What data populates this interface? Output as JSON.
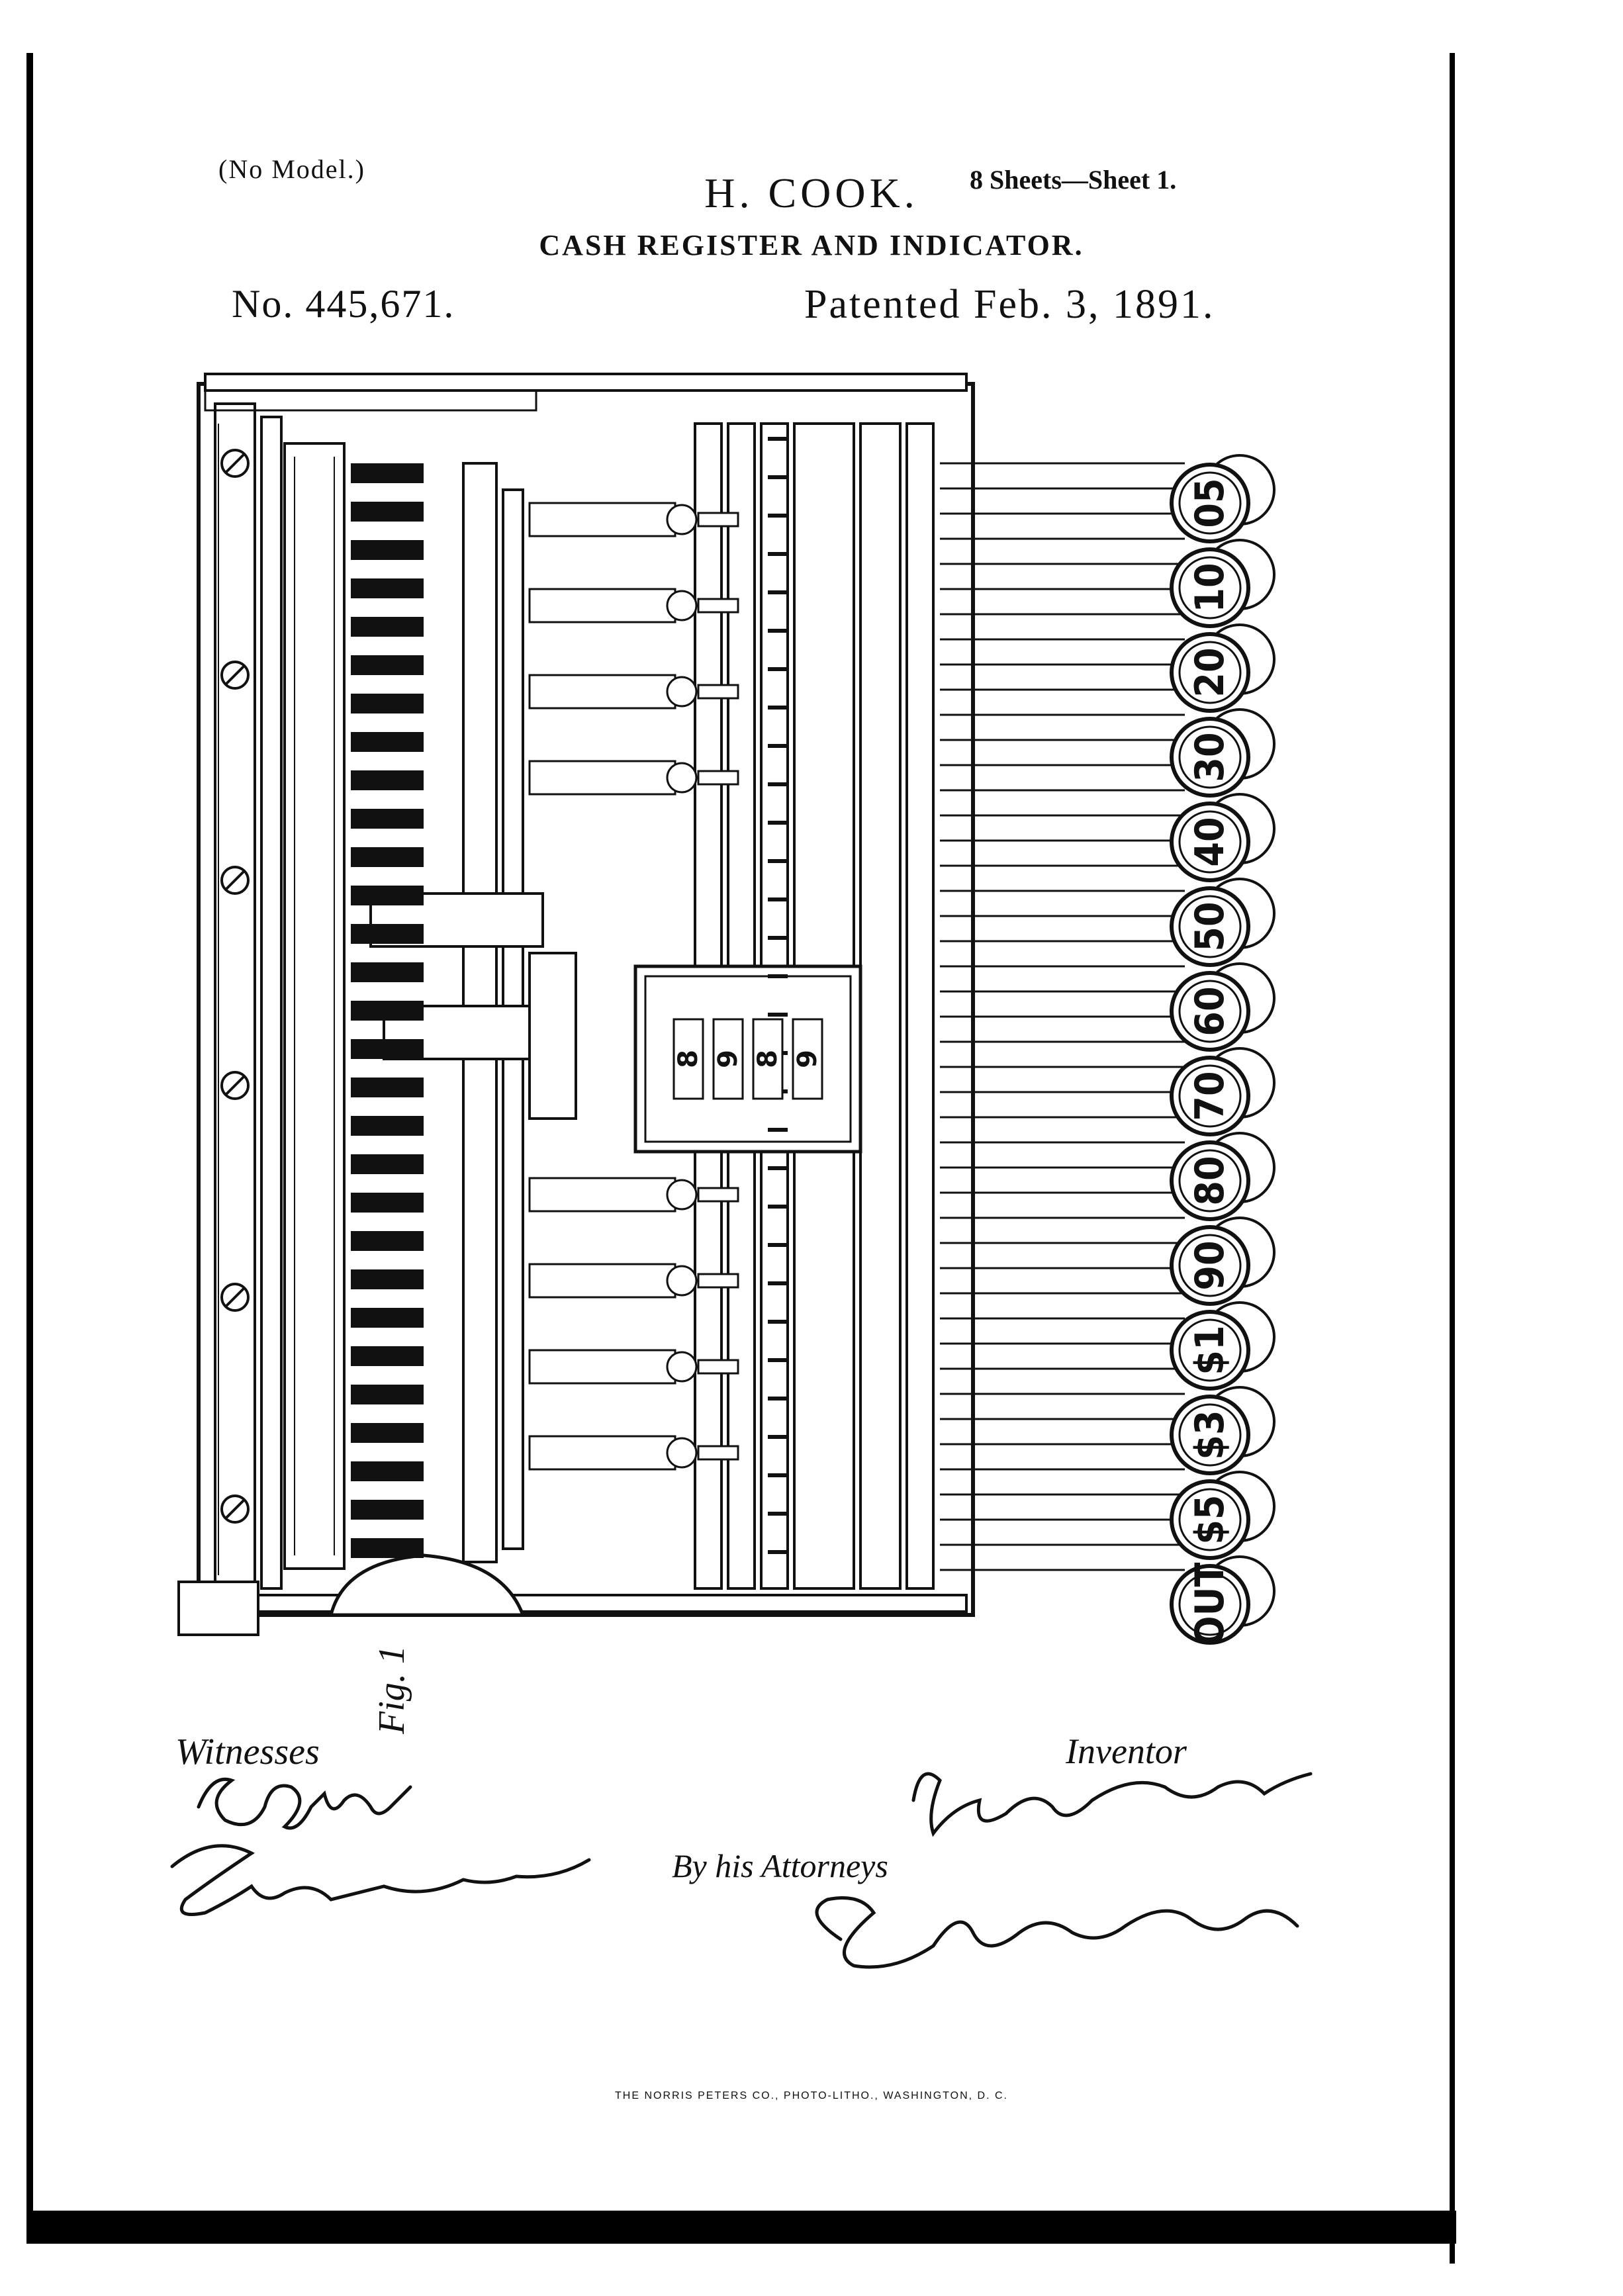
{
  "header": {
    "no_model": "(No Model.)",
    "sheets": "8 Sheets—Sheet 1.",
    "inventor_name": "H. COOK.",
    "title": "CASH REGISTER AND INDICATOR.",
    "patent_no": "No. 445,671.",
    "patented": "Patented Feb. 3, 1891."
  },
  "figure": {
    "label": "Fig. 1",
    "keys": [
      "05",
      "10",
      "20",
      "30",
      "40",
      "50",
      "60",
      "70",
      "80",
      "90",
      "$1",
      "$3",
      "$5",
      "OUT"
    ],
    "number_wheels": [
      "8",
      "9",
      "8",
      "9"
    ]
  },
  "signatures": {
    "witnesses_label": "Witnesses",
    "witness_1": "E. W. Smith",
    "witness_2": "Thomas Durant",
    "inventor_label": "Inventor",
    "inventor_signature": "Hugo Cook",
    "attorneys_label": "By his Attorneys",
    "attorneys_signature": "Church & Church"
  },
  "footer": {
    "printer": "THE NORRIS PETERS CO., PHOTO-LITHO., WASHINGTON, D. C."
  }
}
